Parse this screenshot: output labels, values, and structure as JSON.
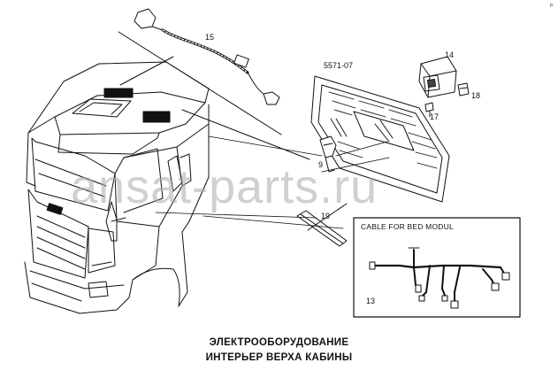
{
  "labels": {
    "p15": "15",
    "p14": "14",
    "p18": "18",
    "p17": "17",
    "p9": "9",
    "p19": "19",
    "p13": "13",
    "ref": "5571-07"
  },
  "inset": {
    "title": "CABLE FOR BED MODUL"
  },
  "caption": {
    "line1": "ЭЛЕКТРООБОРУДОВАНИЕ",
    "line2": "ИНТЕРЬЕР ВЕРХА КАБИНЫ"
  },
  "watermark": "ansat-parts.ru",
  "corner_mark": "ᵖ"
}
